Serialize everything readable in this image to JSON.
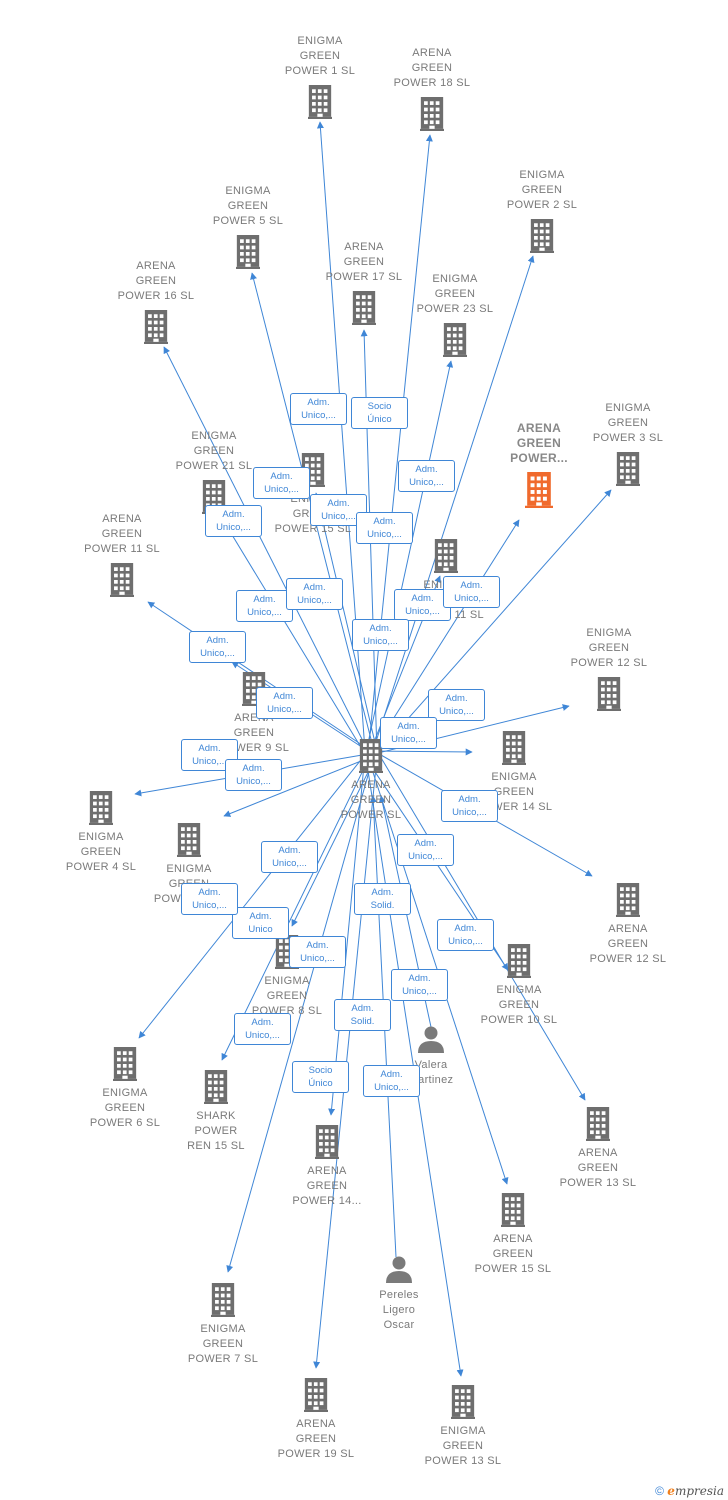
{
  "colors": {
    "edge": "#3f86d6",
    "icon": "#6e6e6e",
    "highlight": "#f06a2d",
    "person": "#7a7a7a"
  },
  "nodes": [
    {
      "id": "center",
      "label": "ARENA\nGREEN\nPOWER  SL",
      "type": "company"
    },
    {
      "id": "n1",
      "label": "ENIGMA\nGREEN\nPOWER 1  SL",
      "type": "company"
    },
    {
      "id": "n2",
      "label": "ARENA\nGREEN\nPOWER 18  SL",
      "type": "company"
    },
    {
      "id": "n3",
      "label": "ENIGMA\nGREEN\nPOWER 2  SL",
      "type": "company"
    },
    {
      "id": "n4",
      "label": "ENIGMA\nGREEN\nPOWER 5  SL",
      "type": "company"
    },
    {
      "id": "n5",
      "label": "ARENA\nGREEN\nPOWER 17  SL",
      "type": "company"
    },
    {
      "id": "n6",
      "label": "ENIGMA\nGREEN\nPOWER 23  SL",
      "type": "company"
    },
    {
      "id": "n7",
      "label": "ARENA\nGREEN\nPOWER 16  SL",
      "type": "company"
    },
    {
      "id": "n8",
      "label": "ARENA\nGREEN\nPOWER...",
      "type": "company-highlight"
    },
    {
      "id": "n9",
      "label": "ENIGMA\nGREEN\nPOWER 3  SL",
      "type": "company"
    },
    {
      "id": "n10",
      "label": "ENIGMA\nGREEN\nPOWER 15  SL",
      "type": "company"
    },
    {
      "id": "n11",
      "label": "ENIGMA\nGREEN\nPOWER 21  SL",
      "type": "company"
    },
    {
      "id": "n12",
      "label": "ENIGMA\nGREEN\nPOWER 11  SL",
      "type": "company"
    },
    {
      "id": "n13",
      "label": "ARENA\nGREEN\nPOWER 11  SL",
      "type": "company"
    },
    {
      "id": "n14",
      "label": "ENIGMA\nGREEN\nPOWER 12  SL",
      "type": "company"
    },
    {
      "id": "n15",
      "label": "ARENA\nGREEN\nPOWER 9  SL",
      "type": "company"
    },
    {
      "id": "n16",
      "label": "ENIGMA\nGREEN\nPOWER 14  SL",
      "type": "company"
    },
    {
      "id": "n17",
      "label": "ENIGMA\nGREEN\nPOWER 4  SL",
      "type": "company"
    },
    {
      "id": "n18",
      "label": "ENIGMA\nGREEN\nPOWER 9  SL",
      "type": "company"
    },
    {
      "id": "n19",
      "label": "ARENA\nGREEN\nPOWER 12  SL",
      "type": "company"
    },
    {
      "id": "n20",
      "label": "ENIGMA\nGREEN\nPOWER 8  SL",
      "type": "company"
    },
    {
      "id": "n21",
      "label": "ENIGMA\nGREEN\nPOWER 10  SL",
      "type": "company"
    },
    {
      "id": "n22",
      "label": "ENIGMA\nGREEN\nPOWER 6  SL",
      "type": "company"
    },
    {
      "id": "n23",
      "label": "SHARK\nPOWER\nREN 15  SL",
      "type": "company"
    },
    {
      "id": "n24",
      "label": "Valera\nMartinez",
      "type": "person"
    },
    {
      "id": "n25",
      "label": "ARENA\nGREEN\nPOWER 13  SL",
      "type": "company"
    },
    {
      "id": "n26",
      "label": "ARENA\nGREEN\nPOWER 14...",
      "type": "company"
    },
    {
      "id": "n27",
      "label": "ARENA\nGREEN\nPOWER 15  SL",
      "type": "company"
    },
    {
      "id": "n28",
      "label": "Pereles\nLigero\nOscar",
      "type": "person"
    },
    {
      "id": "n29",
      "label": "ENIGMA\nGREEN\nPOWER 7  SL",
      "type": "company"
    },
    {
      "id": "n30",
      "label": "ARENA\nGREEN\nPOWER 19  SL",
      "type": "company"
    },
    {
      "id": "n31",
      "label": "ENIGMA\nGREEN\nPOWER 13  SL",
      "type": "company"
    }
  ],
  "edges": [
    {
      "from": "center",
      "to": "n1",
      "label": "Adm.\nUnico,..."
    },
    {
      "from": "center",
      "to": "n2",
      "label": "Socio\nÚnico"
    },
    {
      "from": "center",
      "to": "n3",
      "label": "Adm.\nUnico,..."
    },
    {
      "from": "center",
      "to": "n4",
      "label": "Adm.\nUnico,..."
    },
    {
      "from": "center",
      "to": "n5",
      "label": "Adm.\nUnico,..."
    },
    {
      "from": "center",
      "to": "n6",
      "label": "Adm.\nUnico,..."
    },
    {
      "from": "center",
      "to": "n7",
      "label": "Adm.\nUnico,..."
    },
    {
      "from": "center",
      "to": "n8",
      "label": "Adm.\nUnico,..."
    },
    {
      "from": "center",
      "to": "n9",
      "label": "Adm.\nUnico,..."
    },
    {
      "from": "center",
      "to": "n10",
      "label": "Adm.\nUnico,..."
    },
    {
      "from": "center",
      "to": "n11",
      "label": "Adm.\nUnico,..."
    },
    {
      "from": "center",
      "to": "n12",
      "label": "Adm.\nUnico,..."
    },
    {
      "from": "center",
      "to": "n13",
      "label": "Adm.\nUnico,..."
    },
    {
      "from": "center",
      "to": "n14",
      "label": "Adm.\nUnico,..."
    },
    {
      "from": "center",
      "to": "n15",
      "label": "Adm.\nUnico,..."
    },
    {
      "from": "center",
      "to": "n16",
      "label": "Adm.\nUnico,..."
    },
    {
      "from": "center",
      "to": "n17",
      "label": "Adm.\nUnico,..."
    },
    {
      "from": "center",
      "to": "n18",
      "label": "Adm.\nUnico,..."
    },
    {
      "from": "center",
      "to": "n19",
      "label": "Adm.\nUnico,..."
    },
    {
      "from": "center",
      "to": "n20",
      "label": "Adm.\nUnico"
    },
    {
      "from": "center",
      "to": "n21",
      "label": "Adm.\nUnico,..."
    },
    {
      "from": "center",
      "to": "n22",
      "label": "Adm.\nUnico,..."
    },
    {
      "from": "center",
      "to": "n23",
      "label": "Adm.\nUnico,..."
    },
    {
      "from": "n24",
      "to": "center",
      "label": "Adm.\nSolid."
    },
    {
      "from": "center",
      "to": "n25",
      "label": "Adm.\nUnico,..."
    },
    {
      "from": "center",
      "to": "n26",
      "label": "Socio\nÚnico"
    },
    {
      "from": "center",
      "to": "n27",
      "label": "Adm.\nUnico,..."
    },
    {
      "from": "n28",
      "to": "center",
      "label": "Adm.\nSolid."
    },
    {
      "from": "center",
      "to": "n29",
      "label": "Adm.\nUnico,..."
    },
    {
      "from": "center",
      "to": "n30",
      "label": "Adm.\nUnico,..."
    },
    {
      "from": "center",
      "to": "n31",
      "label": "Adm.\nUnico,..."
    }
  ],
  "footer": {
    "copyright": "©",
    "brand_e": "e",
    "brand_rest": "mpresia"
  }
}
